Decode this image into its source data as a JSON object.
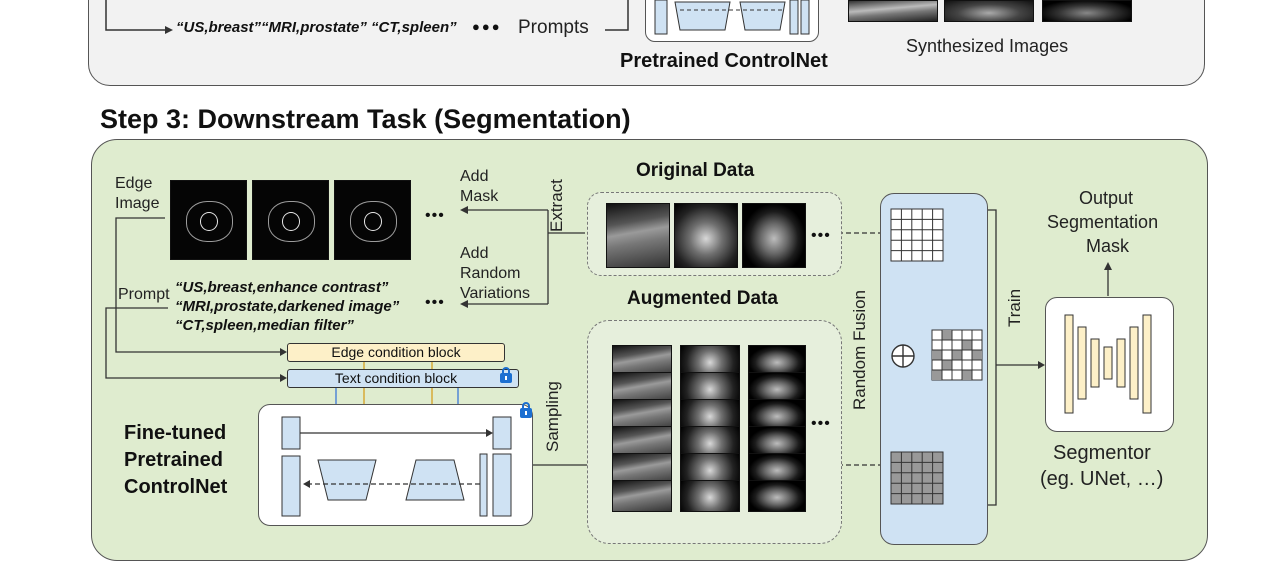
{
  "step2_fragment": {
    "prompts_text": "“US,breast”“MRI,prostate” “CT,spleen”",
    "dots": "●●●",
    "prompts_label": "Prompts",
    "controlnet_label": "Pretrained ControlNet",
    "synth_label": "Synthesized Images"
  },
  "step3": {
    "title": "Step 3: Downstream Task (Segmentation)",
    "edge_image_label_line1": "Edge",
    "edge_image_label_line2": "Image",
    "add_mask_line1": "Add",
    "add_mask_line2": "Mask",
    "add_random_line1": "Add",
    "add_random_line2": "Random",
    "add_random_line3": "Variations",
    "extract_label": "Extract",
    "ellipsis": "•••",
    "prompt_label": "Prompt",
    "prompt_line1": "“US,breast,enhance contrast”",
    "prompt_line2": "“MRI,prostate,darkened image”",
    "prompt_line3": "“CT,spleen,median filter”",
    "edge_block_label": "Edge condition block",
    "text_block_label": "Text condition block",
    "finetuned_line1": "Fine-tuned",
    "finetuned_line2": "Pretrained",
    "finetuned_line3": "ControlNet",
    "original_data_label": "Original Data",
    "augmented_data_label": "Augmented Data",
    "sampling_label": "Sampling",
    "random_fusion_label": "Random Fusion",
    "train_label": "Train",
    "output_line1": "Output",
    "output_line2": "Segmentation",
    "output_line3": "Mask",
    "segmentor_line1": "Segmentor",
    "segmentor_line2": "(eg. UNet, …)"
  },
  "colors": {
    "panel_green": "#dfeccf",
    "panel_gray": "#f2f2f2",
    "block_blue": "#cfe2f3",
    "block_yellow": "#fdf0c8",
    "lock_blue": "#1c6fd1",
    "arrow_blue": "#3c78d8",
    "arrow_orange": "#d6a020"
  }
}
